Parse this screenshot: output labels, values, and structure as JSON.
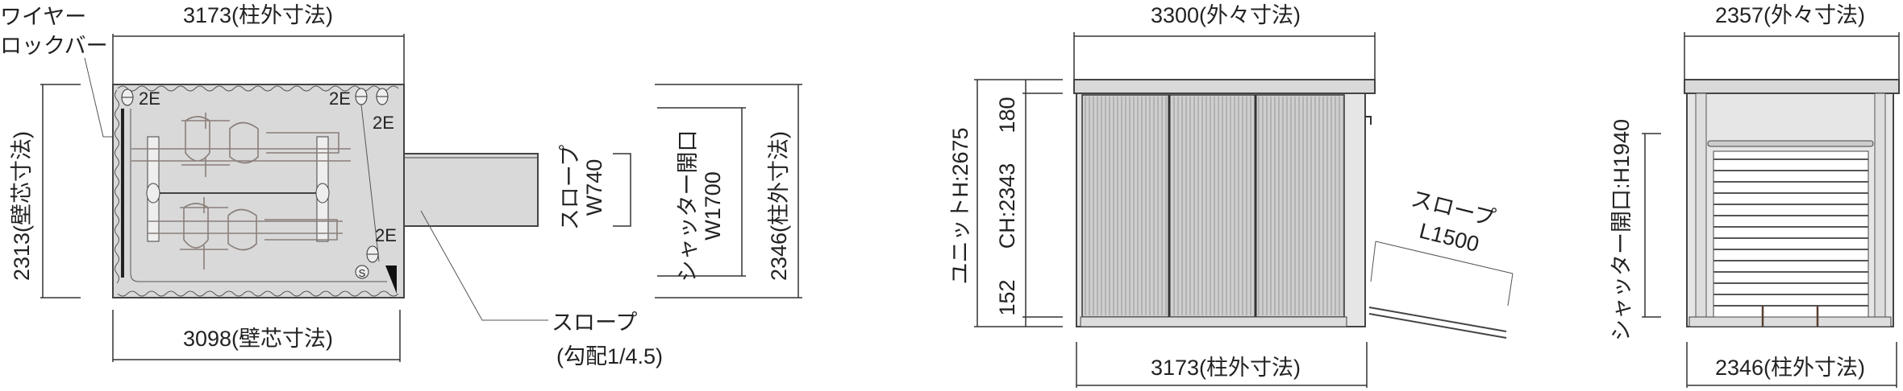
{
  "plan": {
    "top_dim": "3173(柱外寸法)",
    "wire_label_1": "ワイヤー",
    "wire_label_2": "ロックバー",
    "left_dim": "2313(壁芯寸法)",
    "bottom_dim": "3098(壁芯寸法)",
    "outlet_label": "2E",
    "switch_label": "S",
    "slope_width_1": "スロープ",
    "slope_width_2": "W740",
    "shutter_1": "シャッター開口",
    "shutter_2": "W1700",
    "right_dim": "2346(柱外寸法)",
    "slope_note_1": "スロープ",
    "slope_note_2": "(勾配1/4.5)"
  },
  "front": {
    "top_dim": "3300(外々寸法)",
    "bottom_dim": "3173(柱外寸法)",
    "unit_height": "ユニットH:2675",
    "ch": "CH:2343",
    "top_gap": "180",
    "bottom_gap": "152",
    "slope_1": "スロープ",
    "slope_2": "L1500"
  },
  "side": {
    "top_dim": "2357(外々寸法)",
    "bottom_dim": "2346(柱外寸法)",
    "shutter_height": "シャッター開口:H1940"
  }
}
